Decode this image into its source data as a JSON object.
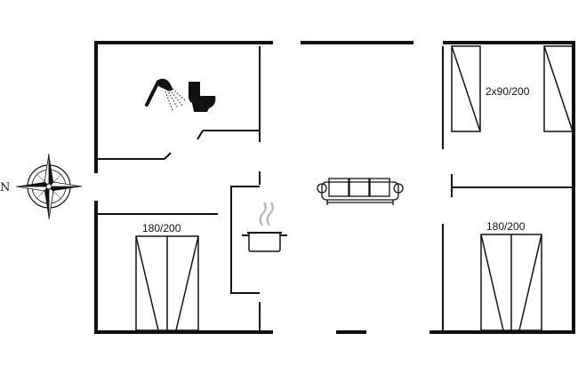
{
  "rooms": {
    "top_right_bed_label": "2x90/200",
    "bottom_left_bed_label": "180/200",
    "bottom_right_bed_label": "180/200"
  },
  "compass": {
    "north_label": "N"
  },
  "icons": [
    "shower-icon",
    "toilet-icon",
    "sofa-icon",
    "cooking-pot-icon",
    "compass-rose-icon"
  ]
}
